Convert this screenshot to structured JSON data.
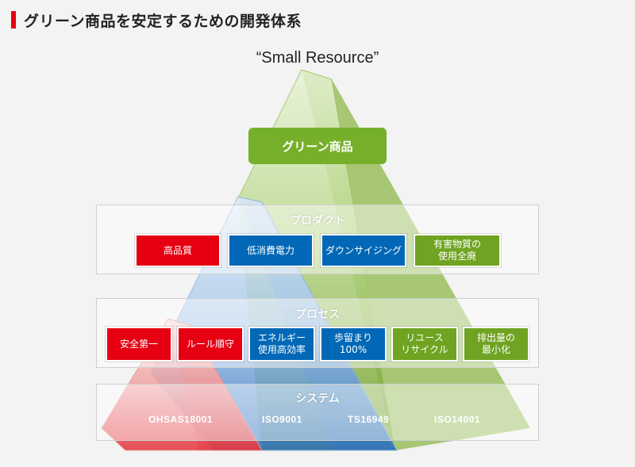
{
  "header": {
    "title": "グリーン商品を安定するための開発体系"
  },
  "diagram": {
    "quote": "“Small Resource”",
    "top": "グリーン商品",
    "bands": {
      "product": "プロダクト",
      "process": "プロセス",
      "system": "システム"
    },
    "product_items": [
      {
        "label": "高品質",
        "color": "red"
      },
      {
        "label": "低消費電力",
        "color": "blue"
      },
      {
        "label": "ダウンサイジング",
        "color": "blue"
      },
      {
        "label": "有害物質の\n使用全廃",
        "color": "green"
      }
    ],
    "process_items": [
      {
        "label": "安全第一",
        "color": "red"
      },
      {
        "label": "ルール順守",
        "color": "red"
      },
      {
        "label": "エネルギー\n使用高効率",
        "color": "blue"
      },
      {
        "label": "歩留まり\n100%",
        "color": "blue"
      },
      {
        "label": "リユース\nリサイクル",
        "color": "green"
      },
      {
        "label": "排出量の\n最小化",
        "color": "green"
      }
    ],
    "system_items": [
      "OHSAS18001",
      "ISO9001",
      "TS16949",
      "ISO14001"
    ],
    "colors": {
      "red": "#e60012",
      "blue": "#0068b7",
      "green": "#6fa321",
      "accent": "#e60012"
    }
  }
}
